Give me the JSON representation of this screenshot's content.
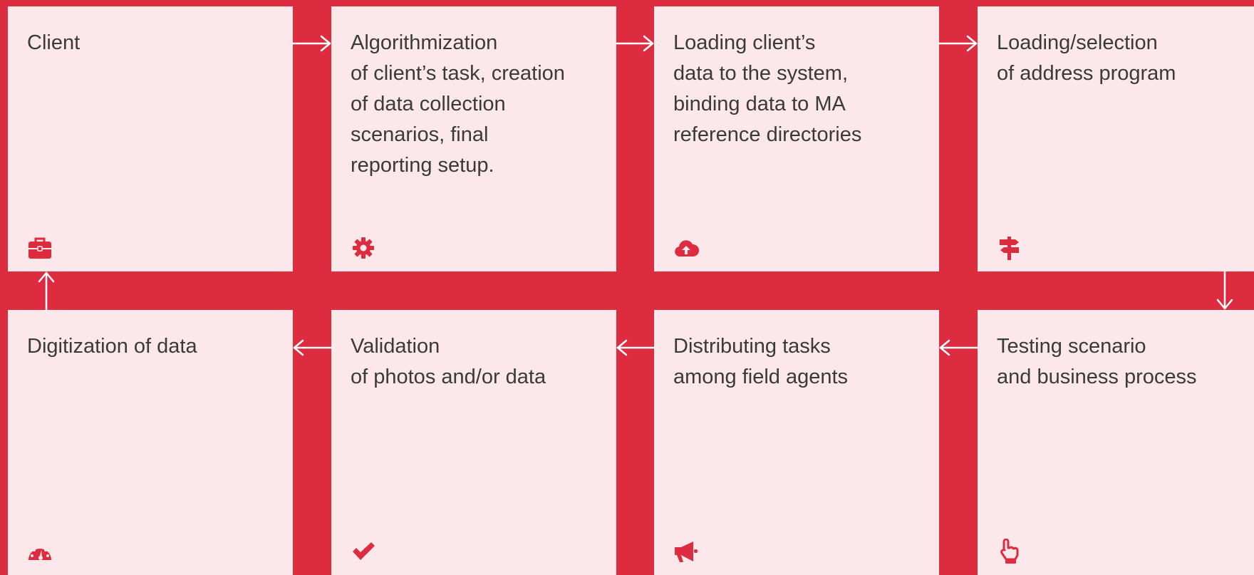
{
  "steps": [
    {
      "title": "Client",
      "icon": "briefcase-icon"
    },
    {
      "title": "Algorithmization\nof client’s task, creation\nof data collection\nscenarios, final\nreporting setup.",
      "icon": "gear-icon"
    },
    {
      "title": "Loading client’s\ndata to the system,\nbinding data to MA\nreference directories",
      "icon": "cloud-upload-icon"
    },
    {
      "title": "Loading/selection\nof address program",
      "icon": "signpost-icon"
    },
    {
      "title": "Testing scenario\nand business process",
      "icon": "hand-pointer-icon"
    },
    {
      "title": "Distributing tasks\namong field agents",
      "icon": "megaphone-icon"
    },
    {
      "title": "Validation\nof photos and/or data",
      "icon": "checkmark-icon"
    },
    {
      "title": "Digitization of data",
      "icon": "dashboard-icon"
    }
  ],
  "colors": {
    "background": "#DD2C3F",
    "card": "#FCE8EA",
    "text": "#3a3a3a",
    "accent": "#DD2C3F",
    "arrow": "#FFFFFF"
  }
}
